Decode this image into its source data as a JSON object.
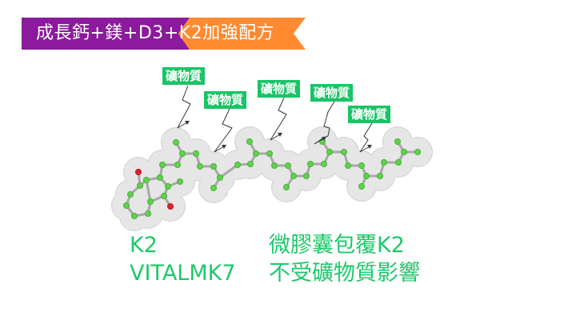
{
  "banner": {
    "title": "成長鈣+鎂+D3+K2加強配方",
    "colors": {
      "left": "#8b1a9c",
      "right": "#ff8a30"
    }
  },
  "diagram": {
    "labels": [
      "礦物質",
      "礦物質",
      "礦物質",
      "礦物質",
      "礦物質"
    ],
    "colors": {
      "label_bg": "#19c466",
      "atom": "#5fd14a",
      "oxygen": "#e0202a",
      "halo": "#e6e6e6"
    }
  },
  "captions": {
    "left_line1": "K2",
    "left_line2": "VITALMK7",
    "right_line1": "微膠囊包覆K2",
    "right_line2": "不受礦物質影響",
    "color": "#1ec86a"
  }
}
